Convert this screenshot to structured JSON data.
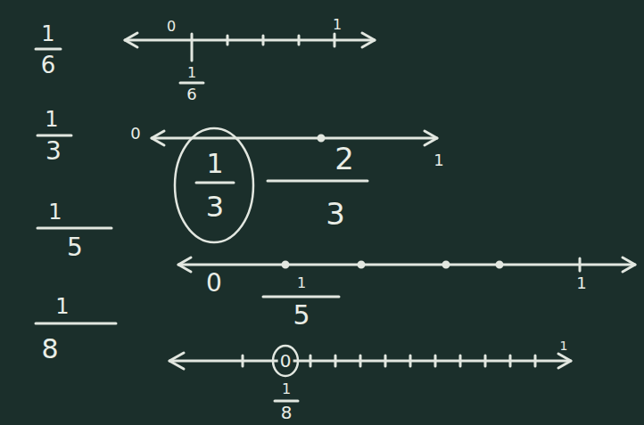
{
  "diagram": {
    "labels": [
      "1",
      "6",
      "1",
      "3",
      "1",
      "5",
      "1",
      "8",
      "0",
      "1",
      "1",
      "6",
      "0",
      "1",
      "1",
      "3",
      "2",
      "3",
      "0",
      "1",
      "1",
      "5",
      "0",
      "1",
      "8",
      "1"
    ]
  }
}
